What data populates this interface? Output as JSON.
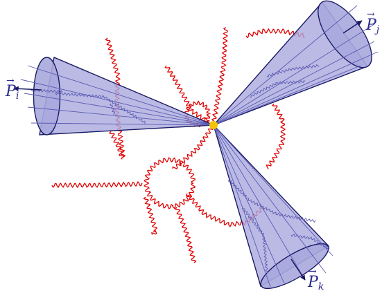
{
  "labels": {
    "jet_i": {
      "base": "P",
      "sub": "i"
    },
    "jet_j": {
      "base": "P",
      "sub": "j"
    },
    "jet_k": {
      "base": "P",
      "sub": "k"
    }
  },
  "colors": {
    "cone_fill": "#a9a9dd",
    "cone_stroke": "#1a1a66",
    "inner_lines": "#5a5ab4",
    "gluon": "#e00000",
    "vertex": "#f4c400"
  }
}
